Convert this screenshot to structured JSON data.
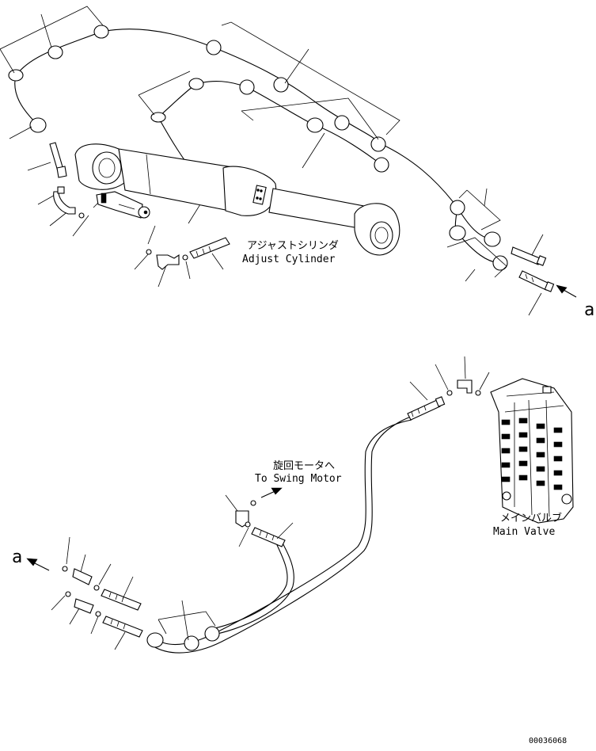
{
  "labels": {
    "adjust_cylinder_jp": "アジャストシリンダ",
    "adjust_cylinder_en": "Adjust Cylinder",
    "swing_motor_jp": "旋回モータへ",
    "swing_motor_en": "To Swing Motor",
    "main_valve_jp": "メインバルブ",
    "main_valve_en": "Main Valve",
    "ref_a_upper": "a",
    "ref_a_lower": "a",
    "drawing_number": "00036068"
  }
}
